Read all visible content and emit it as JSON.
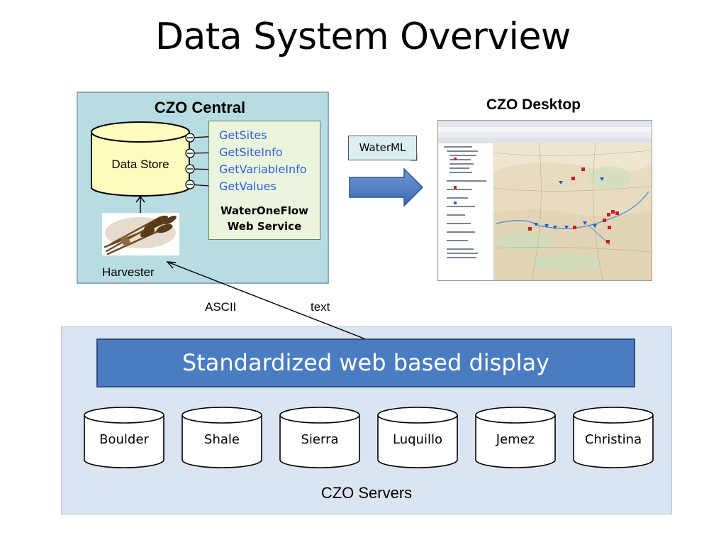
{
  "slide": {
    "title": "Data System Overview"
  },
  "central": {
    "title": "CZO Central",
    "data_store_label": "Data Store",
    "harvester_label": "Harvester",
    "web_service": {
      "methods": [
        "GetSites",
        "GetSiteInfo",
        "GetVariableInfo",
        "GetValues"
      ],
      "name_line1": "WaterOneFlow",
      "name_line2": "Web Service"
    }
  },
  "desktop": {
    "title": "CZO Desktop"
  },
  "transfer": {
    "format_label": "WaterML"
  },
  "links": {
    "ascii_label": "ASCII",
    "text_label": "text"
  },
  "servers": {
    "display_label": "Standardized web based display",
    "names": [
      "Boulder",
      "Shale",
      "Sierra",
      "Luquillo",
      "Jemez",
      "Christina"
    ],
    "group_label": "CZO Servers"
  },
  "colors": {
    "central_fill": "#b7dde3",
    "store_fill": "#fffcc0",
    "method_text": "#2a5ee0",
    "arrow_fill": "#4a7cc2",
    "display_bar": "#4a7cc2",
    "servers_panel": "#dbe5f1"
  },
  "icons": {
    "harvester": "wheat-bundle-icon",
    "desktop": "app-screenshot-thumbnail"
  }
}
